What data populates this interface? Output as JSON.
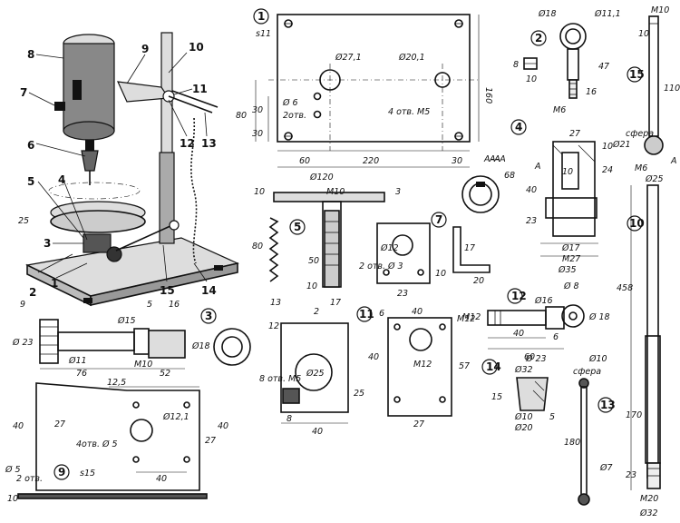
{
  "callouts": [
    "1",
    "2",
    "3",
    "4",
    "5",
    "6",
    "7",
    "8",
    "9",
    "10",
    "11",
    "12",
    "13",
    "14",
    "15"
  ],
  "part_numbers": [
    "1",
    "2",
    "3",
    "4",
    "5",
    "6",
    "7",
    "8",
    "9",
    "10",
    "11",
    "12",
    "13",
    "14",
    "15"
  ],
  "p1": {
    "thickness": "s11",
    "d_big": "Ø27,1",
    "d_mid": "Ø20,1",
    "d_small": "Ø 6",
    "two_holes": "2отв.",
    "four_holes": "4 отв. M5",
    "w220": "220",
    "w60": "60",
    "w30": "30",
    "h160": "160",
    "h80": "80",
    "h30a": "30",
    "h30b": "30",
    "section": "A–A"
  },
  "p2": {
    "d18": "Ø18",
    "d11": "Ø11,1",
    "h47": "47",
    "h16": "16",
    "w10": "10",
    "h8": "8",
    "m6": "M6"
  },
  "p3": {
    "d23": "Ø 23",
    "d11": "Ø11",
    "d15": "Ø15",
    "d18": "Ø18",
    "l9": "9",
    "l5": "5",
    "l16": "16",
    "l76": "76",
    "l52": "52",
    "m10": "M10"
  },
  "p4": {
    "w27": "27",
    "d21": "Ø21",
    "h10": "10",
    "h24": "24",
    "h23": "23",
    "h40": "40",
    "h68": "68",
    "w10": "10",
    "m27": "M27",
    "d17": "Ø17",
    "d35": "Ø35",
    "a": "A",
    "aa": "A–A"
  },
  "p5": {
    "d120": "Ø120",
    "m10": "M10",
    "h10": "10",
    "h80": "80",
    "h50": "50",
    "h10b": "10",
    "w13": "13",
    "w17": "17",
    "w3": "3"
  },
  "p7": {
    "d12": "Ø12",
    "two": "2 отв. Ø 3",
    "w23": "23",
    "h10": "10",
    "h17": "17",
    "w20": "20"
  },
  "p9": {
    "l125": "12,5",
    "d121": "Ø12,1",
    "four": "4отв. Ø 5",
    "s15": "s15",
    "h40": "40",
    "h27": "27",
    "h27b": "27",
    "h40b": "40",
    "w40": "40",
    "d5": "Ø 5",
    "two": "2 отв.",
    "h10": "10"
  },
  "p10": {
    "m10": "M10",
    "h10": "10",
    "d25": "Ø25",
    "l458": "458",
    "l170": "170",
    "h23": "23",
    "m20": "M20",
    "d32": "Ø32"
  },
  "p11": {
    "w40": "40",
    "h6": "6",
    "m12": "M12",
    "m12b": "M12",
    "h40": "40",
    "h57": "57",
    "w27": "27"
  },
  "p12": {
    "w8": "Ø 8",
    "d16": "Ø16",
    "d18": "Ø 18",
    "l40": "40",
    "l60": "60",
    "h6": "6",
    "m12": "M12"
  },
  "p13": {
    "d10": "Ø10",
    "sphere": "сфера",
    "l180": "180",
    "d7": "Ø7"
  },
  "p14": {
    "d23": "Ø 23",
    "d32": "Ø32",
    "h15": "15",
    "d10": "Ø10",
    "d20": "Ø20",
    "h5": "5"
  },
  "p15": {
    "m10": "M10",
    "h10": "10",
    "h110": "110",
    "d21": "Ø21",
    "sphere": "сфера",
    "m6": "M6",
    "a": "A"
  },
  "pclamp": {
    "d25": "Ø25",
    "m5": "8 отв. M5",
    "h12": "12",
    "w2": "2",
    "h25": "25",
    "w40": "40",
    "w8": "8"
  }
}
